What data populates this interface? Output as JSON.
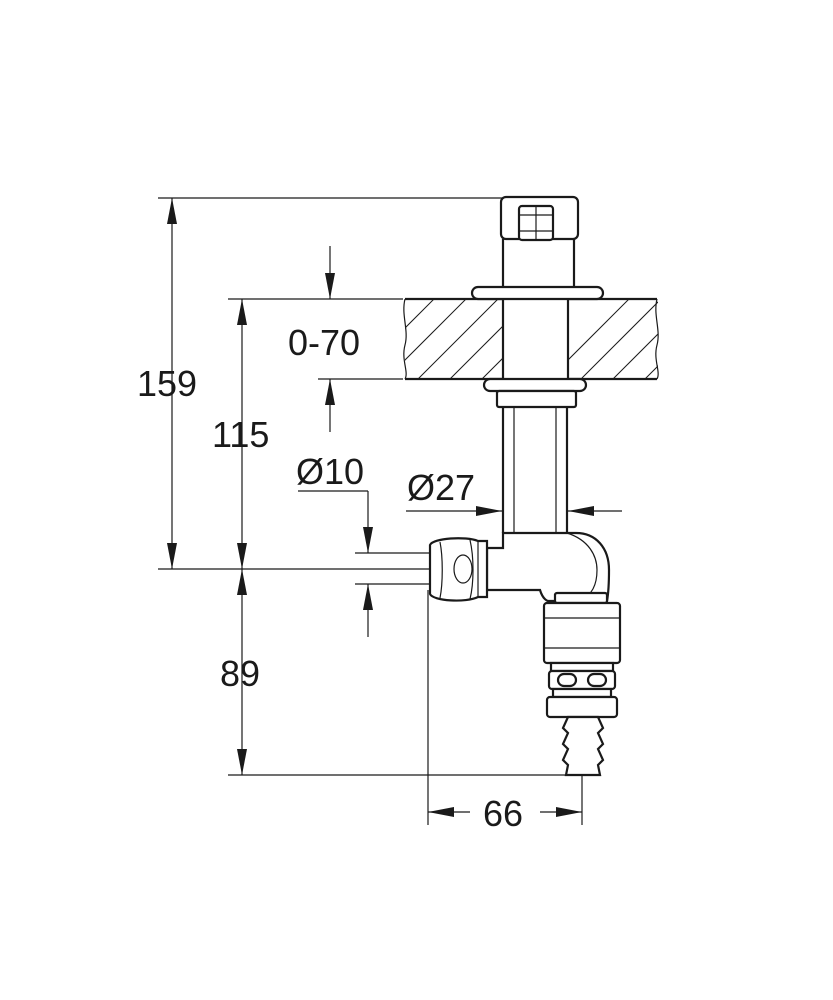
{
  "diagram": {
    "colors": {
      "line": "#1a1a1a",
      "background": "#ffffff"
    },
    "dimensions": {
      "total_height": "159",
      "upper_length": "115",
      "lower_length": "89",
      "mounting_thickness": "0-70",
      "outlet_diameter": "Ø10",
      "body_diameter": "Ø27",
      "projection": "66"
    }
  }
}
